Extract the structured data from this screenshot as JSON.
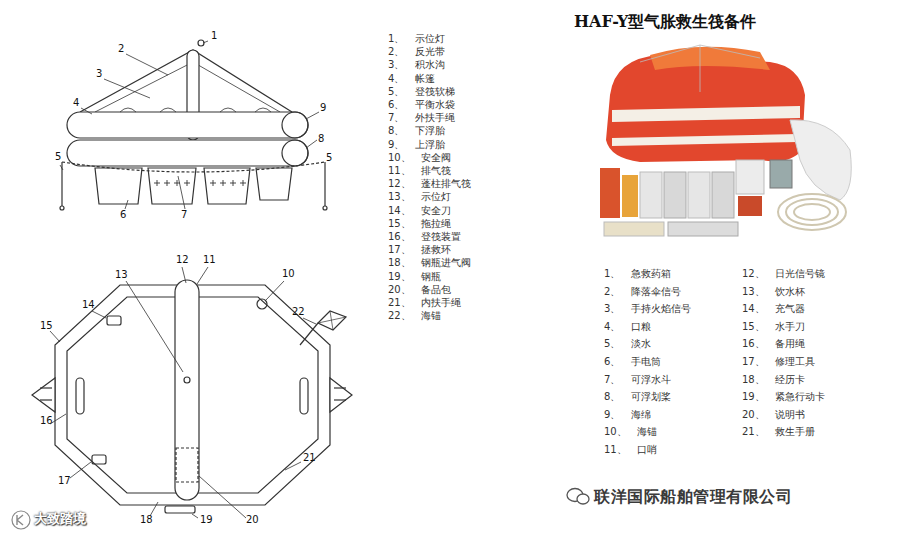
{
  "diagram": {
    "title": "HAF-Y型气胀救生筏备件",
    "labels": [
      "1",
      "2",
      "3",
      "4",
      "5",
      "6",
      "7",
      "8",
      "9",
      "5",
      "13",
      "12",
      "11",
      "10",
      "14",
      "15",
      "22",
      "16",
      "17",
      "21",
      "18",
      "19",
      "20",
      "1、 示位灯",
      "2、 反光带",
      "3、 积水沟",
      "4、 帐篷",
      "5、 登筏软梯",
      "6、 平衡水袋",
      "7、 外扶手绳",
      "8、 下浮胎",
      "9、 上浮胎",
      "10、 安全阀",
      "11、 排气筏",
      "12、 蓬柱排气筏",
      "13、 示位灯",
      "14、 安全刀",
      "15、 拖拉绳",
      "16、 登筏装置",
      "17、 拯救环",
      "18、 钢瓶进气阀",
      "19、 钢瓶",
      "20、 备品包",
      "21、 内扶手绳",
      "22、 海锚",
      "1、 急救药箱",
      "2、 降落伞信号",
      "3、 手持火焰信号",
      "4、 口粮",
      "5、 淡水",
      "6、 手电筒",
      "7、 可浮水斗",
      "8、 可浮划桨",
      "9、 海绵",
      "10、 海锚",
      "11、 口哨",
      "12、 日光信号镜",
      "13、 饮水杯",
      "14、 充气器",
      "15、 水手刀",
      "16、 备用绳",
      "17、 修理工具",
      "18、 经历卡",
      "19、 紧急行动卡",
      "20、 说明书",
      "21、 救生手册",
      "大致踏境",
      "联洋国际船舶管理有限公司"
    ]
  }
}
